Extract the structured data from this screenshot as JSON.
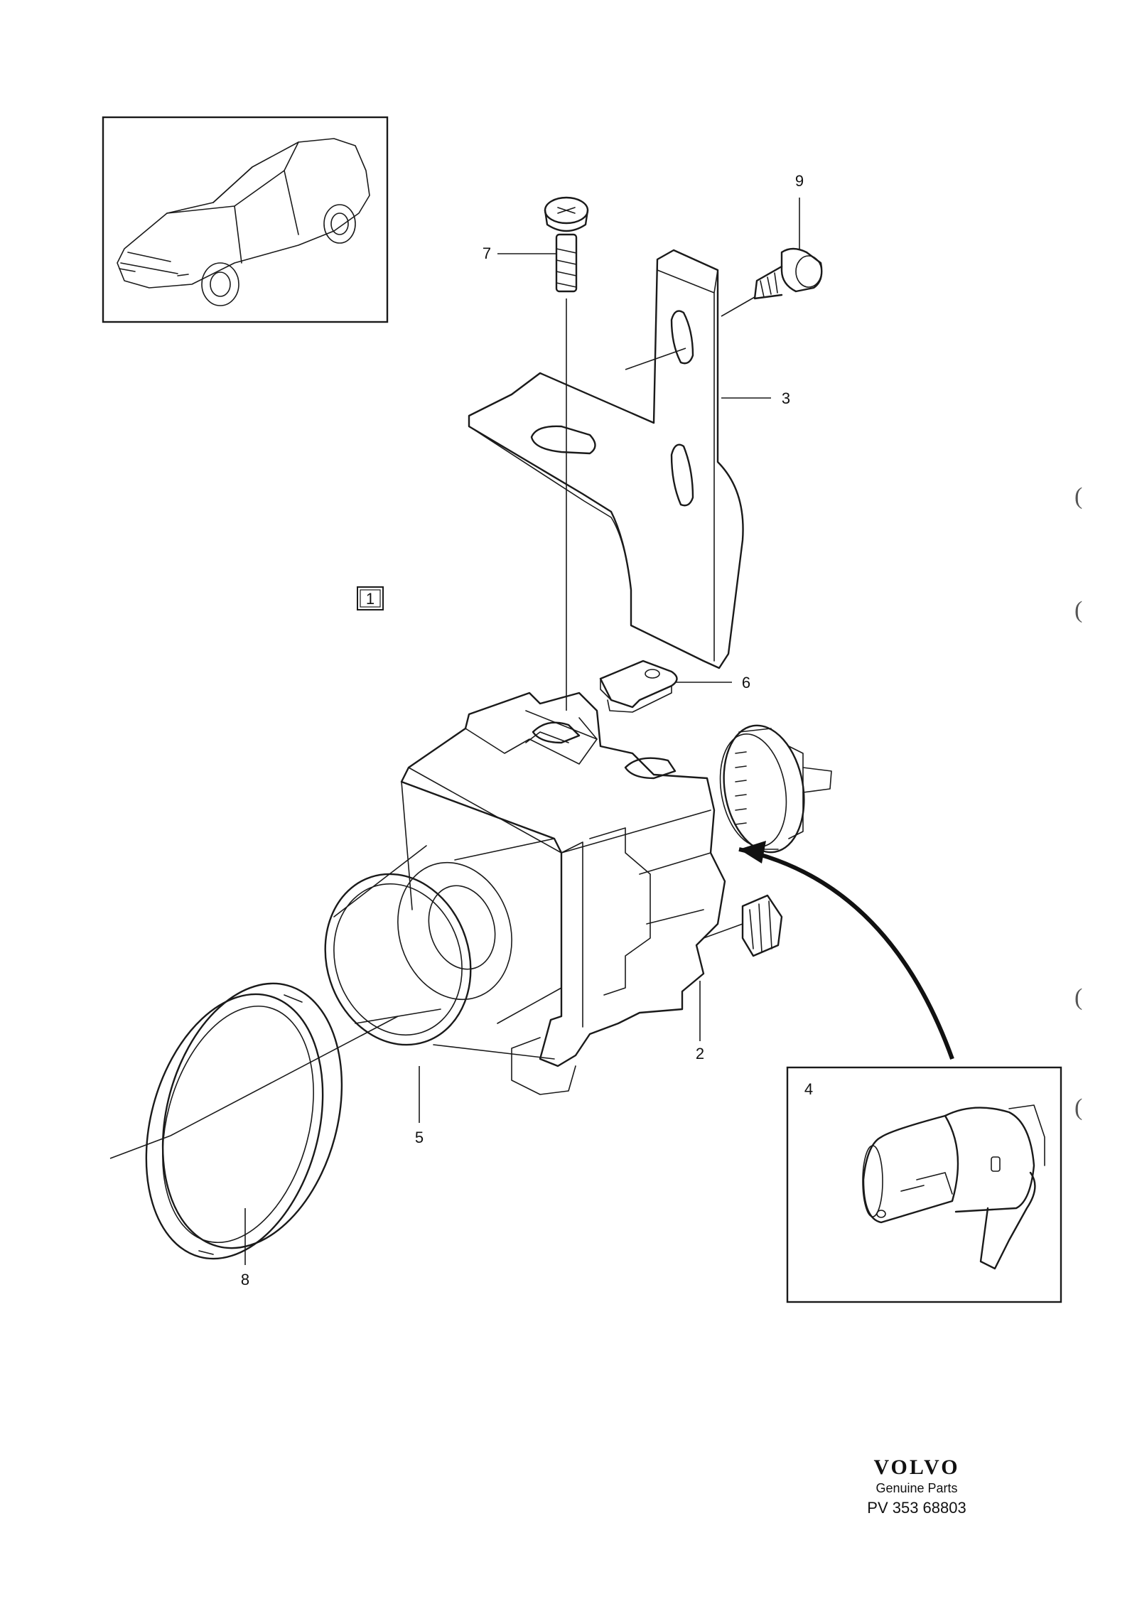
{
  "diagram": {
    "callout_box_label": "1",
    "inset_label": "4",
    "parts": [
      {
        "number": "2"
      },
      {
        "number": "3"
      },
      {
        "number": "5"
      },
      {
        "number": "6"
      },
      {
        "number": "7"
      },
      {
        "number": "8"
      },
      {
        "number": "9"
      }
    ]
  },
  "footer": {
    "brand": "VOLVO",
    "subtitle": "Genuine Parts",
    "reference": "PV 353 68803"
  },
  "margin_marks": [
    "(",
    "(",
    "(",
    "("
  ]
}
